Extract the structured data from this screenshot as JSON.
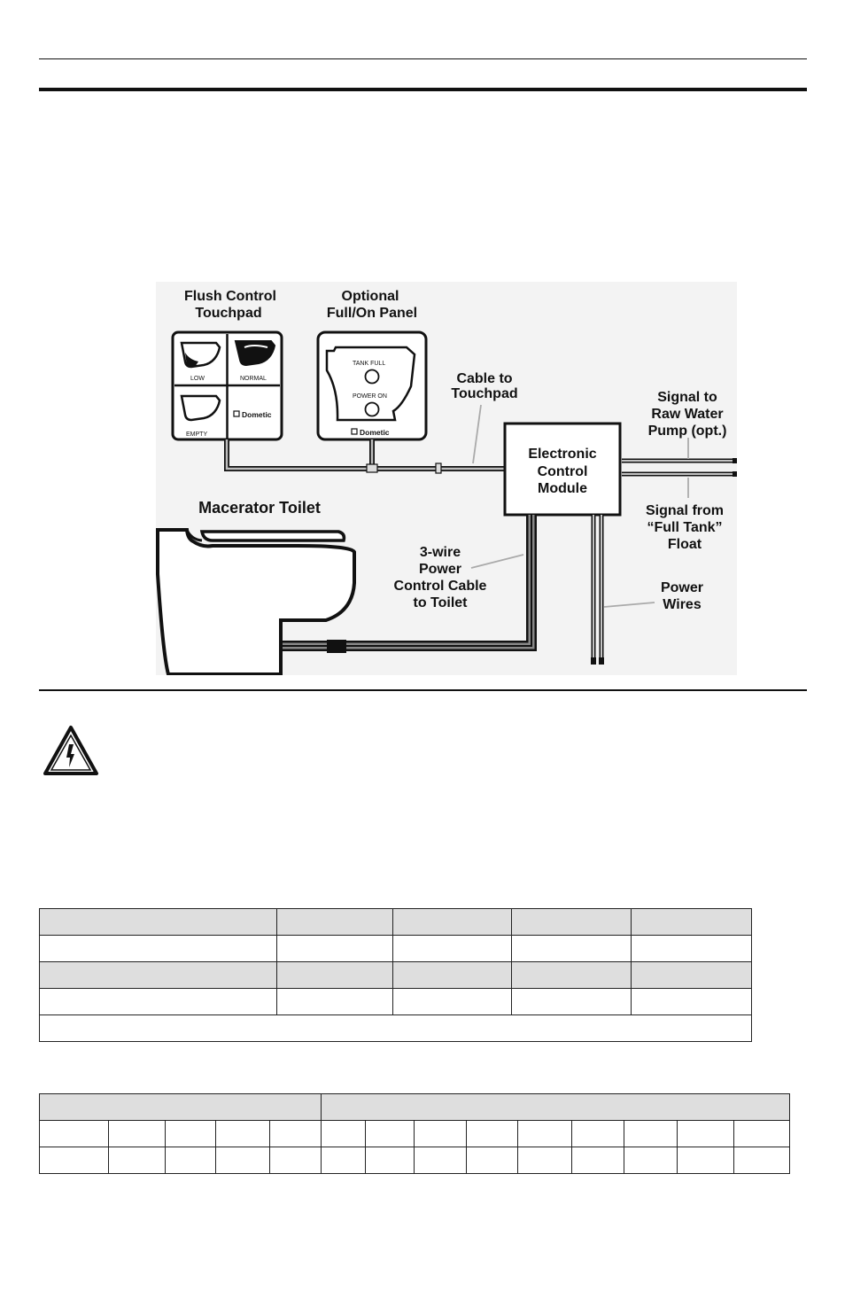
{
  "diagram": {
    "labels": {
      "touchpad_line1": "Flush Control",
      "touchpad_line2": "Touchpad",
      "panel_line1": "Optional",
      "panel_line2": "Full/On Panel",
      "cable_line1": "Cable to",
      "cable_line2": "Touchpad",
      "module_line1": "Electronic",
      "module_line2": "Control",
      "module_line3": "Module",
      "signal_to_line1": "Signal to",
      "signal_to_line2": "Raw Water",
      "signal_to_line3": "Pump (opt.)",
      "signal_from_line1": "Signal from",
      "signal_from_line2": "“Full Tank”",
      "signal_from_line3": "Float",
      "toilet": "Macerator Toilet",
      "cable3_line1": "3-wire",
      "cable3_line2": "Power",
      "cable3_line3": "Control Cable",
      "cable3_line4": "to Toilet",
      "power_line1": "Power",
      "power_line2": "Wires"
    },
    "touchpad_buttons": {
      "low": "LOW",
      "normal": "NORMAL",
      "empty": "EMPTY",
      "brand": "Dometic"
    },
    "panel": {
      "tank_full": "TANK FULL",
      "power_on": "POWER ON",
      "brand": "Dometic"
    }
  },
  "icons": {
    "warning": "electrical-hazard-warning-icon"
  },
  "colors": {
    "header_shade": "#dedede",
    "line": "#111111",
    "cable_gray": "#9a9a9a"
  }
}
